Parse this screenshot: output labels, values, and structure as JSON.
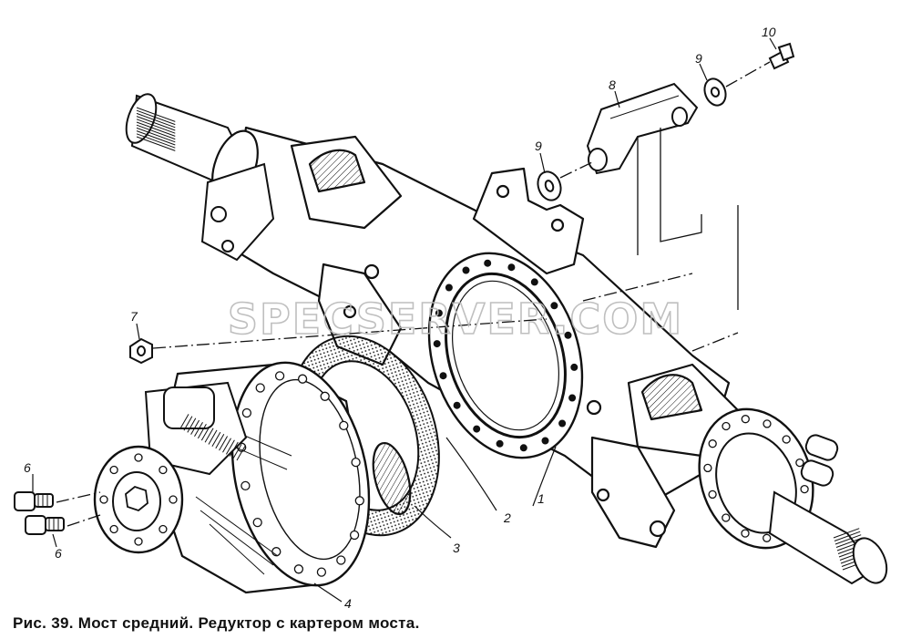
{
  "caption": "Рис. 39. Мост средний. Редуктор с картером моста.",
  "watermark": "SPECSERVER.COM",
  "callouts": {
    "c1": "1",
    "c2": "2",
    "c3": "3",
    "c4": "4",
    "c6a": "6",
    "c6b": "6",
    "c7": "7",
    "c8": "8",
    "c9a": "9",
    "c9b": "9",
    "c10": "10"
  },
  "colors": {
    "ink": "#111111",
    "paper": "#ffffff",
    "watermark": "#b9b9b9"
  }
}
